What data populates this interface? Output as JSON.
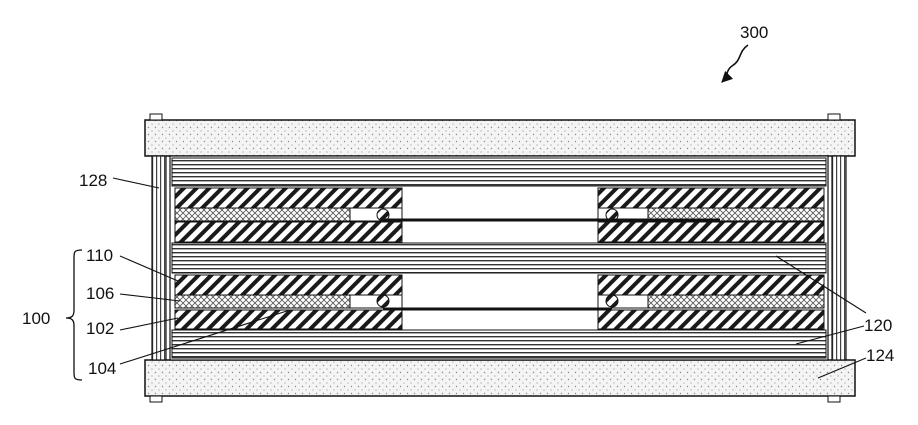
{
  "figure": {
    "ref_numeral": "300",
    "labels": {
      "l128": "128",
      "l110": "110",
      "l106": "106",
      "l100": "100",
      "l102": "102",
      "l104": "104",
      "l120": "120",
      "l124": "124"
    }
  },
  "colors": {
    "ink": "#111111",
    "paper": "#ffffff",
    "plate_fill": "#f1f1f1",
    "stipple": "#8a8a8a"
  }
}
